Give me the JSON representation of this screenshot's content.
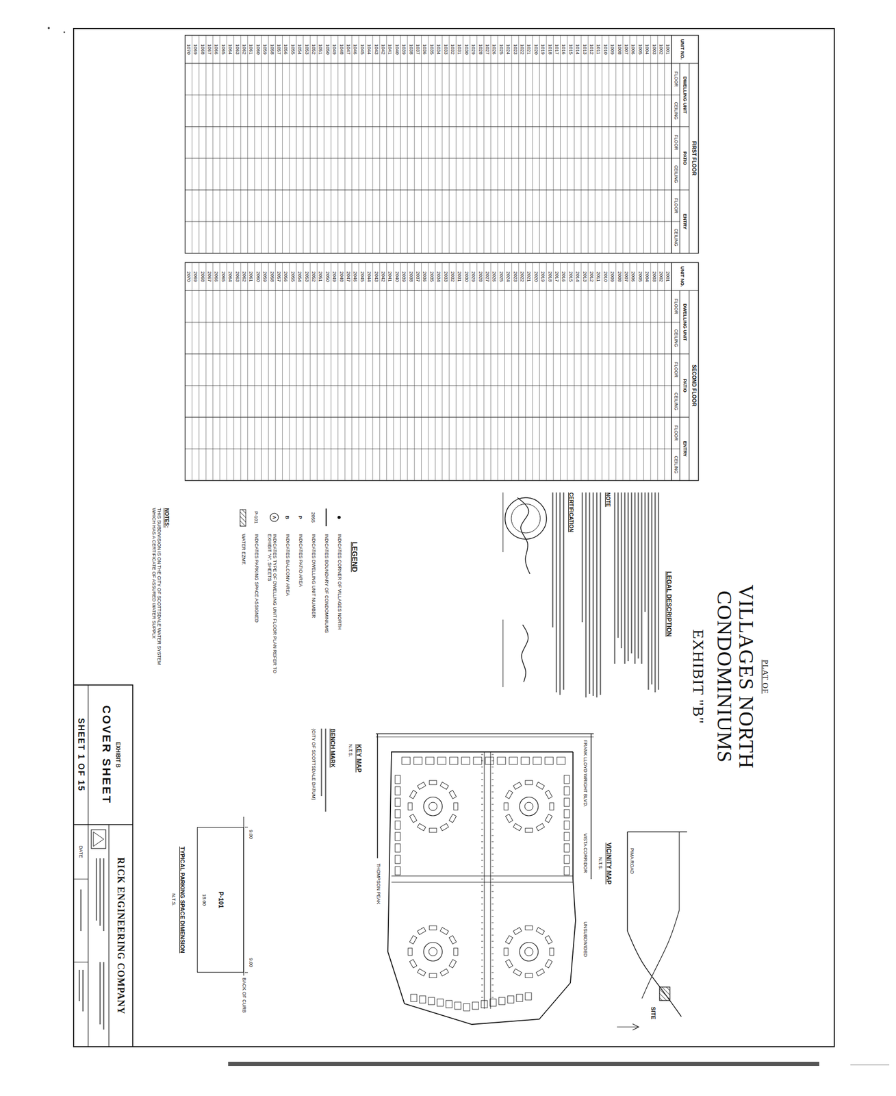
{
  "diagram": {
    "title": "VILLAGES NORTH CONDOMINIUMS",
    "nodes": [
      {
        "text": [
          "EXHIBIT B",
          "COVER SHEET"
        ]
      },
      {
        "text": [
          "SHEET 1 OF 15"
        ]
      },
      {
        "text": [
          "RICK ENGINEERING COMPANY"
        ]
      },
      {
        "text": [
          "DATE"
        ]
      },
      {
        "text": [
          "P-101"
        ]
      }
    ],
    "labels": [
      "FIRST FLOOR",
      "UNIT NO.",
      "DWELLING UNIT",
      "PATIO",
      "ENTRY",
      "FLOOR",
      "CEILING",
      "FLOOR",
      "CEILING",
      "FLOOR",
      "CEILING",
      "1001",
      "1002",
      "1003",
      "1004",
      "1005",
      "1006",
      "1007",
      "1008",
      "1009",
      "1010",
      "1011",
      "1012",
      "1013",
      "1014",
      "1015",
      "1016",
      "1017",
      "1018",
      "1019",
      "1020",
      "1021",
      "1022",
      "1023",
      "1024",
      "1025",
      "1026",
      "1027",
      "1028",
      "1029",
      "1030",
      "1031",
      "1032",
      "1033",
      "1034",
      "1035",
      "1036",
      "1037",
      "1038",
      "1039",
      "1040",
      "1041",
      "1042",
      "1043",
      "1044",
      "1045",
      "1046",
      "1047",
      "1048",
      "1049",
      "1050",
      "1051",
      "1052",
      "1053",
      "1054",
      "1055",
      "1056",
      "1057",
      "1058",
      "1059",
      "1060",
      "1061",
      "1062",
      "1063",
      "1064",
      "1065",
      "1066",
      "1067",
      "1068",
      "1069",
      "1070",
      "SECOND FLOOR",
      "UNIT NO.",
      "DWELLING UNIT",
      "PATIO",
      "ENTRY",
      "FLOOR",
      "CEILING",
      "FLOOR",
      "CEILING",
      "FLOOR",
      "CEILING",
      "2001",
      "2002",
      "2003",
      "2004",
      "2005",
      "2006",
      "2007",
      "2008",
      "2009",
      "2010",
      "2011",
      "2012",
      "2013",
      "2014",
      "2015",
      "2016",
      "2017",
      "2018",
      "2019",
      "2020",
      "2021",
      "2022",
      "2023",
      "2024",
      "2025",
      "2026",
      "2027",
      "2028",
      "2029",
      "2030",
      "2031",
      "2032",
      "2033",
      "2034",
      "2035",
      "2036",
      "2037",
      "2038",
      "2039",
      "2040",
      "2041",
      "2042",
      "2043",
      "2044",
      "2045",
      "2046",
      "2047",
      "2048",
      "2049",
      "2050",
      "2051",
      "2052",
      "2053",
      "2054",
      "2055",
      "2056",
      "2057",
      "2058",
      "2059",
      "2060",
      "2061",
      "2062",
      "2063",
      "2064",
      "2065",
      "2066",
      "2067",
      "2068",
      "2069",
      "2070",
      "PLAT OF",
      "EXHIBIT \"B\"",
      "LEGAL DESCRIPTION",
      "NOTE",
      "CERTIFICATION",
      "LEGEND",
      "2055",
      "P",
      "B",
      "A",
      "P-101",
      "NOTES:",
      "THIS SUBDIVISION IS ON THE CITY OF SCOTTSDALE WATER SYSTEM WHICH HAS A CERTIFICATE OF ASSURED WATER SUPPLY.",
      "VICINITY MAP",
      "N.T.S.",
      "PIMA ROAD",
      "SITE",
      "KEY MAP",
      "N.T.S.",
      "FRANK LLOYD WRIGHT BLVD.",
      "VISTA CORRIDOR",
      "THOMPSON PEAK",
      "UNSUBDIVIDED",
      "BENCH MARK",
      "(CITY OF SCOTTSDALE DATUM)",
      "TYPICAL PARKING SPACE DIMENSION",
      "N.T.S.",
      "BACK OF CURB",
      "9.00",
      "9.00",
      "18.00"
    ],
    "legend": [
      {
        "text": "INDICATES CORNER OF VILLAGES NORTH"
      },
      {
        "text": "INDICATES BOUNDARY OF CONDOMINIUMS"
      },
      {
        "text": "INDICATES DWELLING UNIT NUMBER"
      },
      {
        "text": "INDICATES PATIO AREA"
      },
      {
        "text": "INDICATES BALCONY AREA"
      },
      {
        "text": "INDICATES TYPE OF DWELLING UNIT FLOOR PLAN REFER TO EXHIBIT \"A\", SHEETS"
      },
      {
        "text": "INDICATES PARKING SPACE ASSIGNED"
      },
      {
        "text": "WATER EZMT."
      }
    ]
  }
}
